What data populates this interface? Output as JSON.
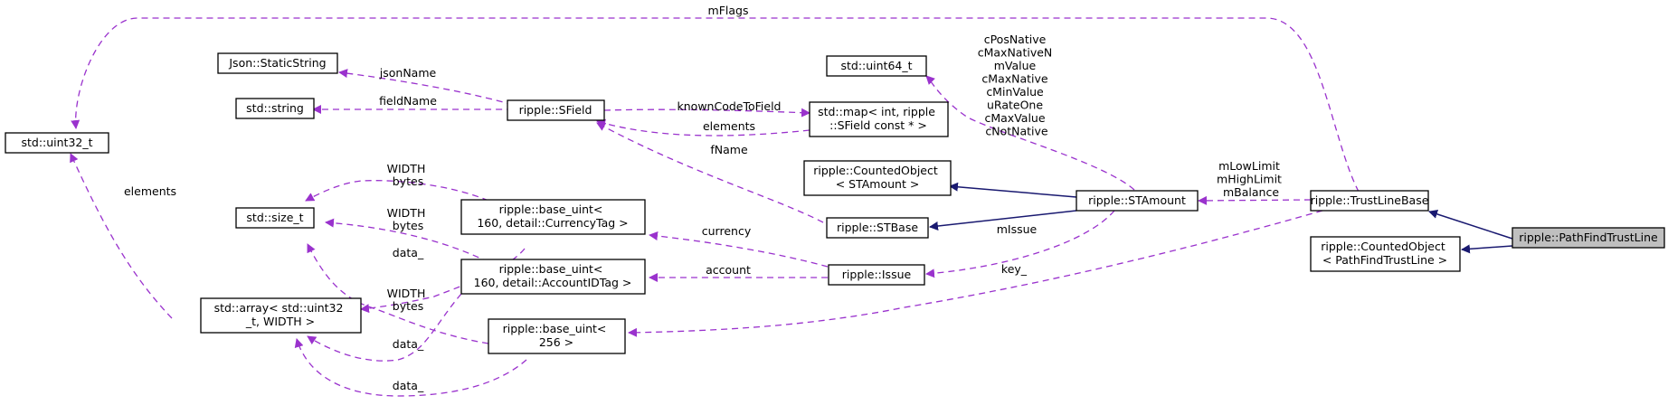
{
  "colors": {
    "usage_edge": "#9a32cd",
    "inherit_edge": "#191970",
    "highlight_fill": "#bfbfbf"
  },
  "nodes": {
    "path_find_trust_line": [
      "ripple::PathFindTrustLine"
    ],
    "trust_line_base": [
      "ripple::TrustLineBase"
    ],
    "counted_object_pftl": [
      "ripple::CountedObject",
      "< PathFindTrustLine >"
    ],
    "st_amount": [
      "ripple::STAmount"
    ],
    "counted_object_sta": [
      "ripple::CountedObject",
      "< STAmount >"
    ],
    "st_base": [
      "ripple::STBase"
    ],
    "issue": [
      "ripple::Issue"
    ],
    "uint64": [
      "std::uint64_t"
    ],
    "std_map": [
      "std::map< int, ripple",
      "::SField const * >"
    ],
    "sfield": [
      "ripple::SField"
    ],
    "json_static": [
      "Json::StaticString"
    ],
    "std_string": [
      "std::string"
    ],
    "uint32": [
      "std::uint32_t"
    ],
    "size_t": [
      "std::size_t"
    ],
    "base_uint_currency": [
      "ripple::base_uint<",
      " 160, detail::CurrencyTag >"
    ],
    "base_uint_account": [
      "ripple::base_uint<",
      " 160, detail::AccountIDTag >"
    ],
    "base_uint_256": [
      "ripple::base_uint<",
      " 256 >"
    ],
    "std_array": [
      "std::array< std::uint32",
      "_t, WIDTH >"
    ]
  },
  "edge_labels": {
    "mflags": [
      "mFlags"
    ],
    "json_name": [
      "jsonName"
    ],
    "field_name": [
      "fieldName"
    ],
    "known_code": [
      "knownCodeToField"
    ],
    "elements_map": [
      "elements"
    ],
    "fname": [
      "fName"
    ],
    "elements_arr": [
      "elements"
    ],
    "sta_fields": [
      "cPosNative",
      "cMaxNativeN",
      "mValue",
      "cMaxNative",
      "cMinValue",
      "uRateOne",
      "cMaxValue",
      "cNotNative"
    ],
    "trust_amounts": [
      "mLowLimit",
      "mHighLimit",
      "mBalance"
    ],
    "missue": [
      "mIssue"
    ],
    "key": [
      "key_"
    ],
    "currency": [
      "currency"
    ],
    "account": [
      "account"
    ],
    "width_1": [
      "WIDTH",
      "bytes"
    ],
    "width_2": [
      "WIDTH",
      "bytes"
    ],
    "width_3": [
      "WIDTH",
      "bytes"
    ],
    "data_1": [
      "data_"
    ],
    "data_2": [
      "data_"
    ],
    "data_3": [
      "data_"
    ]
  }
}
